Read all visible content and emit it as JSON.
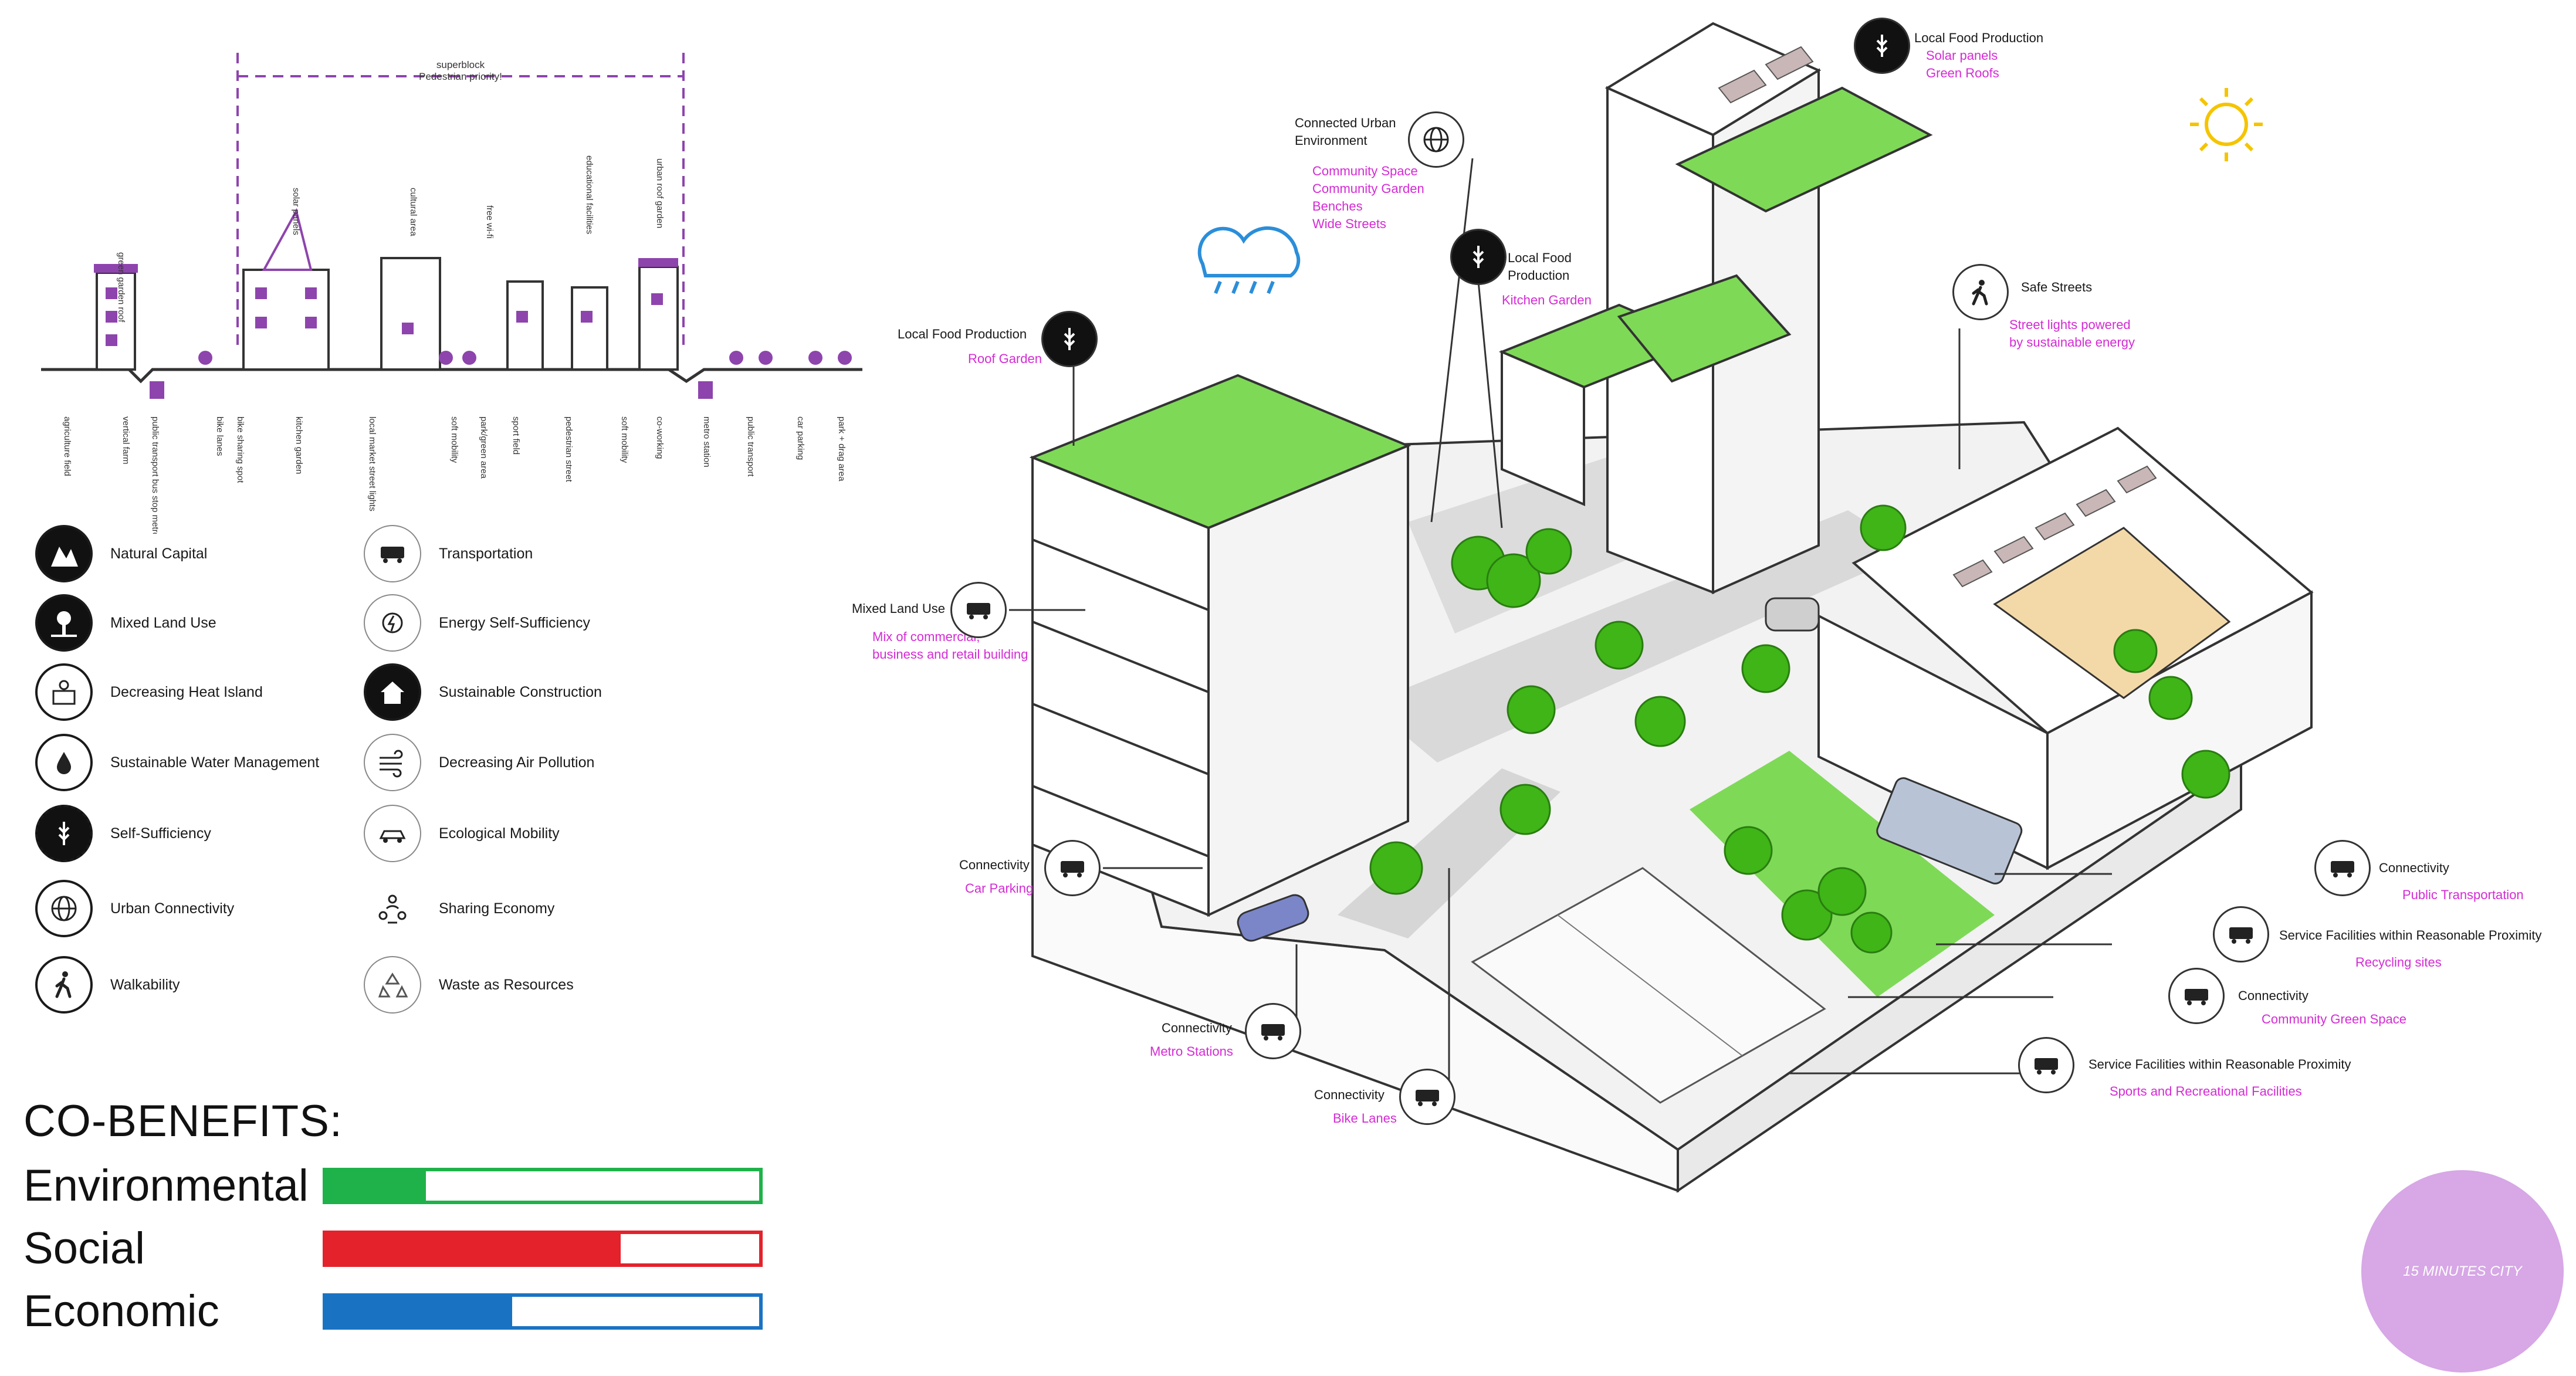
{
  "section": {
    "superblock_label": "superblock",
    "superblock_sub": "Pedestrian priority!",
    "top_labels": [
      "green garden roof",
      "solar panels",
      "cultural area",
      "free wi-fi",
      "educational facilities",
      "urban roof garden"
    ],
    "bottom_labels": [
      "agriculture field",
      "vertical farm",
      "public transport bus stop metro station",
      "bike lanes",
      "bike sharing spot",
      "kitchen garden",
      "local market street lights",
      "soft mobility",
      "park/green area",
      "sport field",
      "pedestrian street",
      "soft mobility",
      "co-working",
      "metro station",
      "public transport",
      "car parking",
      "park + drag area"
    ]
  },
  "legend": [
    {
      "label": "Natural Capital",
      "icon": "natural-capital-icon"
    },
    {
      "label": "Mixed Land Use",
      "icon": "mixed-land-use-icon"
    },
    {
      "label": "Decreasing Heat Island",
      "icon": "heat-island-icon"
    },
    {
      "label": "Sustainable Water Management",
      "icon": "water-management-icon"
    },
    {
      "label": "Self-Sufficiency",
      "icon": "self-sufficiency-icon"
    },
    {
      "label": "Urban Connectivity",
      "icon": "urban-connectivity-icon"
    },
    {
      "label": "Walkability",
      "icon": "walkability-icon"
    },
    {
      "label": "Transportation",
      "icon": "transportation-icon"
    },
    {
      "label": "Energy Self-Sufficiency",
      "icon": "energy-icon"
    },
    {
      "label": "Sustainable Construction",
      "icon": "construction-icon"
    },
    {
      "label": "Decreasing Air Pollution",
      "icon": "air-pollution-icon"
    },
    {
      "label": "Ecological Mobility",
      "icon": "ecological-mobility-icon"
    },
    {
      "label": "Sharing Economy",
      "icon": "sharing-economy-icon"
    },
    {
      "label": "Waste as Resources",
      "icon": "waste-icon"
    }
  ],
  "co_benefits": {
    "title": "CO-BENEFITS:",
    "items": [
      {
        "label": "Environmental",
        "level": 0.23,
        "color": "#1fb24a"
      },
      {
        "label": "Social",
        "level": 0.68,
        "color": "#e3222b"
      },
      {
        "label": "Economic",
        "level": 0.43,
        "color": "#1a73c2"
      }
    ]
  },
  "annotations": {
    "local_food_top": {
      "title": "Local Food Production",
      "sub": [
        "Solar panels",
        "Green Roofs"
      ]
    },
    "connected_urban": {
      "title": [
        "Connected Urban",
        "Environment"
      ],
      "sub": [
        "Community Space",
        "Community Garden",
        "Benches",
        "Wide Streets"
      ]
    },
    "local_food_kitchen": {
      "title": [
        "Local Food",
        "Production"
      ],
      "sub": [
        "Kitchen Garden"
      ]
    },
    "safe_streets": {
      "title": "Safe Streets",
      "sub": [
        "Street lights powered",
        "by sustainable energy"
      ]
    },
    "local_food_roof": {
      "title": "Local Food Production",
      "sub": [
        "Roof Garden"
      ]
    },
    "mixed_land_use": {
      "title": "Mixed Land Use",
      "sub": [
        "Mix of commercial,",
        "business and retail building"
      ]
    },
    "car_parking": {
      "title": "Connectivity",
      "sub": [
        "Car Parking"
      ]
    },
    "metro": {
      "title": "Connectivity",
      "sub": [
        "Metro Stations"
      ]
    },
    "bike_lanes": {
      "title": "Connectivity",
      "sub": [
        "Bike Lanes"
      ]
    },
    "public_transport": {
      "title": "Connectivity",
      "sub": [
        "Public Transportation"
      ]
    },
    "recycling": {
      "title": "Service Facilities within Reasonable Proximity",
      "sub": [
        "Recycling sites"
      ]
    },
    "green_space": {
      "title": "Connectivity",
      "sub": [
        "Community Green Space"
      ]
    },
    "sports": {
      "title": "Service Facilities within Reasonable Proximity",
      "sub": [
        "Sports and Recreational Facilities"
      ]
    }
  },
  "badge_label": "15 MINUTES CITY",
  "colors": {
    "purple": "#8e44ad",
    "magenta": "#d42bd4",
    "green_roof": "#74d35c",
    "tree": "#3fb518",
    "badge": "#d7a7e6"
  }
}
